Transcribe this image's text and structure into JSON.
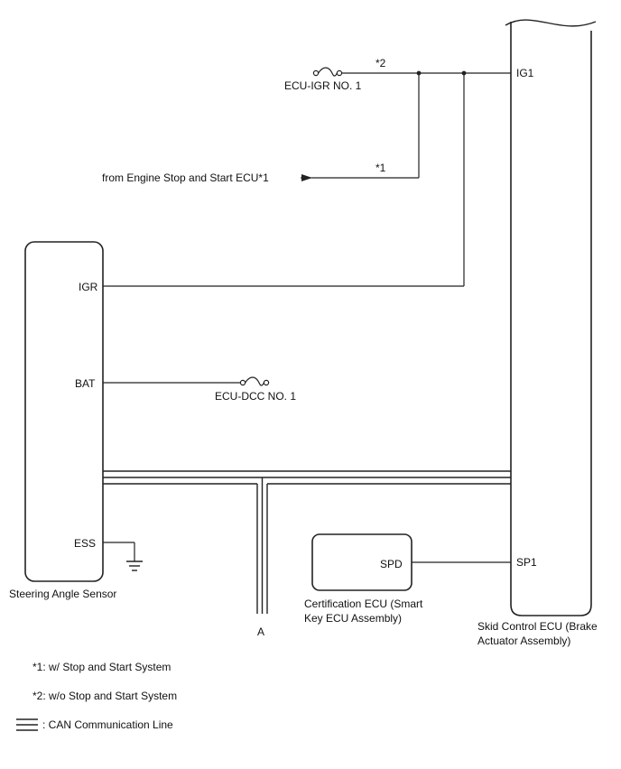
{
  "diagram": {
    "components": {
      "skid_control_ecu": {
        "line1": "Skid Control ECU (Brake",
        "line2": "Actuator Assembly)"
      },
      "steering_angle_sensor": {
        "label": "Steering Angle Sensor"
      },
      "certification_ecu": {
        "line1": "Certification ECU (Smart",
        "line2": "Key ECU Assembly)"
      }
    },
    "terminals": {
      "ig1": "IG1",
      "sp1": "SP1",
      "igr": "IGR",
      "bat": "BAT",
      "ess": "ESS",
      "spd": "SPD"
    },
    "fuses": {
      "ecu_igr": "ECU-IGR NO. 1",
      "ecu_dcc": "ECU-DCC NO. 1"
    },
    "markers": {
      "star2": "*2",
      "star1": "*1"
    },
    "signals": {
      "from_engine": "from Engine Stop and Start ECU*1"
    },
    "connectors": {
      "a": "A"
    },
    "legend": {
      "note1": "*1: w/ Stop and Start System",
      "note2": "*2: w/o Stop and Start System",
      "can_line": ": CAN Communication Line"
    }
  }
}
